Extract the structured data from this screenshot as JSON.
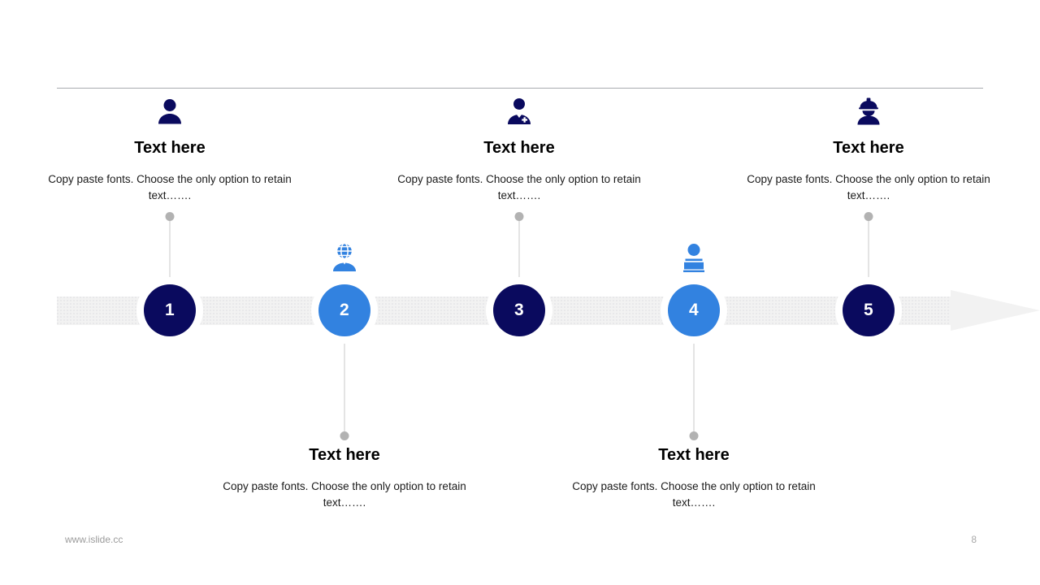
{
  "slide": {
    "page_number": "8",
    "footer_url": "www.islide.cc",
    "background_color": "#ffffff",
    "divider_color": "#a9abb0"
  },
  "colors": {
    "navy": "#0a0a5e",
    "blue": "#3282e0",
    "band": "#f2f2f2",
    "connector": "#c8c8c8",
    "connector_dot": "#b2b2b2"
  },
  "timeline": {
    "steps": [
      {
        "number": "1",
        "title": "Text here",
        "body": "Copy paste fonts. Choose the only option to retain text…….",
        "icon": "person-icon",
        "color": "#0a0a5e",
        "position": "above"
      },
      {
        "number": "2",
        "title": "Text here",
        "body": "Copy paste fonts. Choose the only option to retain text…….",
        "icon": "global-person-icon",
        "color": "#3282e0",
        "position": "below"
      },
      {
        "number": "3",
        "title": "Text here",
        "body": "Copy paste fonts. Choose the only option to retain text…….",
        "icon": "doctor-icon",
        "color": "#0a0a5e",
        "position": "above"
      },
      {
        "number": "4",
        "title": "Text here",
        "body": "Copy paste fonts. Choose the only option to retain text…….",
        "icon": "presenter-icon",
        "color": "#3282e0",
        "position": "below"
      },
      {
        "number": "5",
        "title": "Text here",
        "body": "Copy paste fonts. Choose the only option to retain text…….",
        "icon": "construction-worker-icon",
        "color": "#0a0a5e",
        "position": "above"
      }
    ]
  }
}
